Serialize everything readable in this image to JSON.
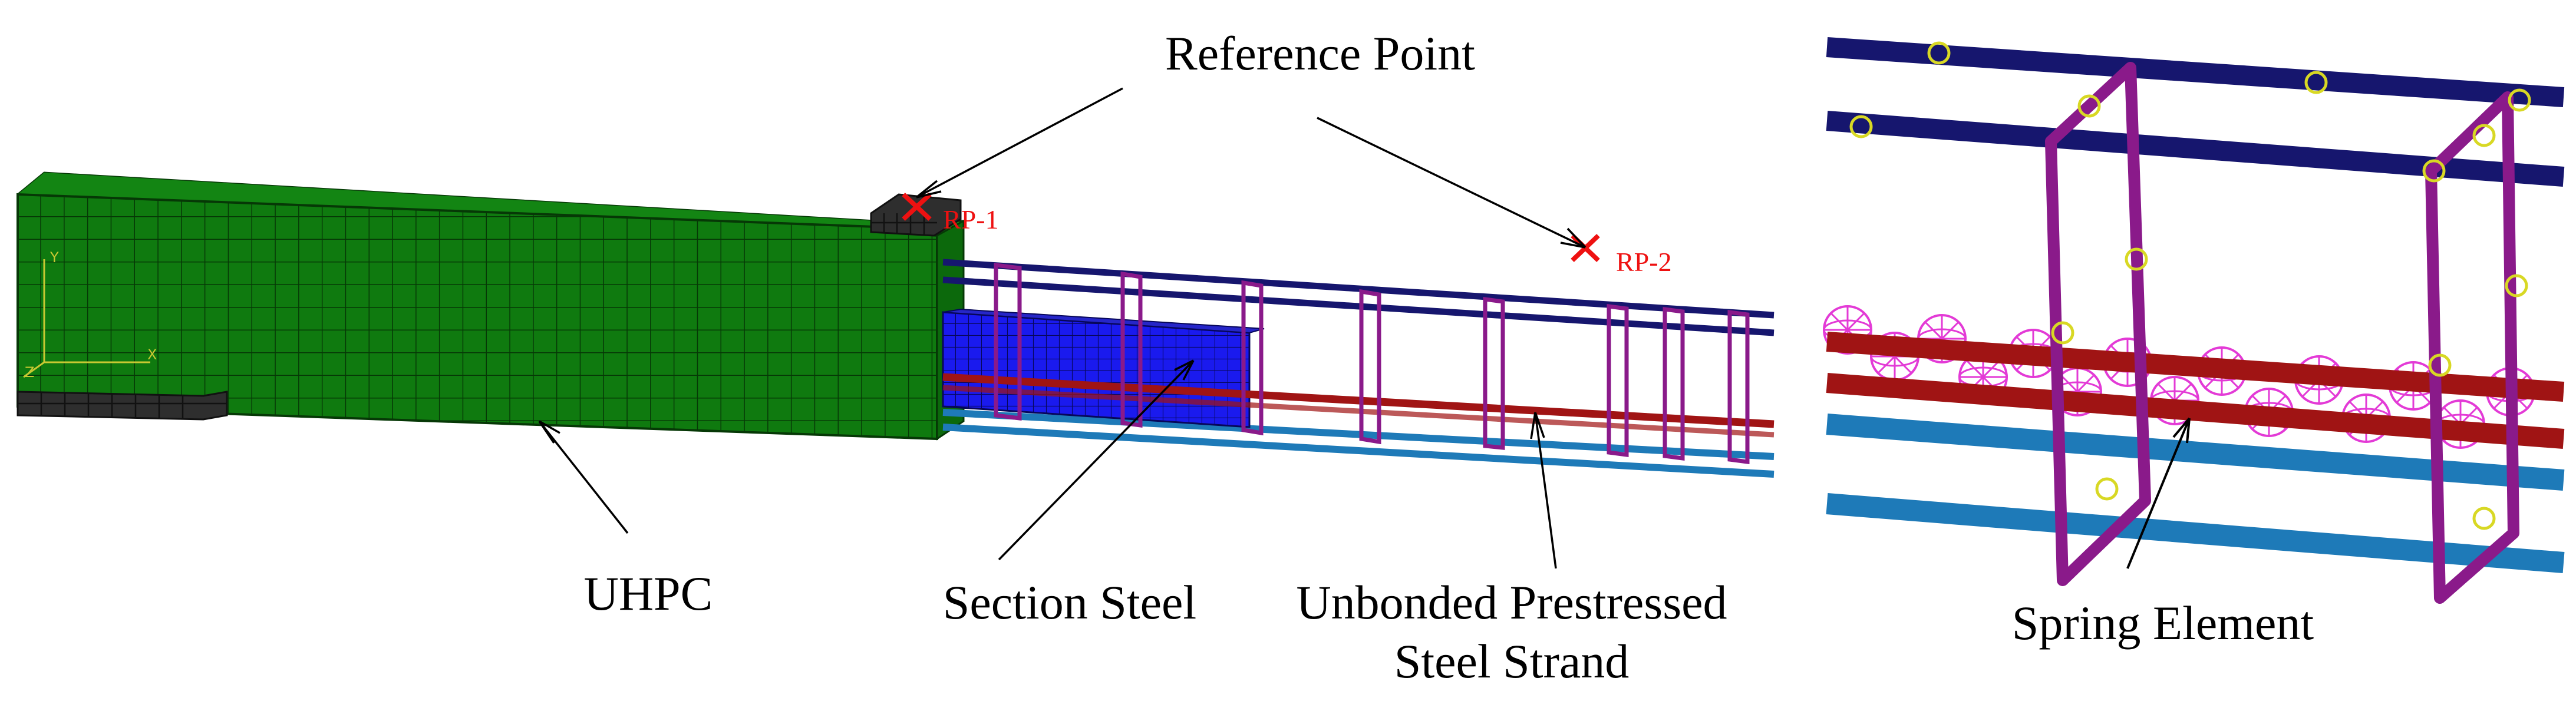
{
  "labels": {
    "reference_point": "Reference Point",
    "rp1": "RP-1",
    "rp2": "RP-2",
    "uhpc": "UHPC",
    "section_steel": "Section Steel",
    "strand_line1": "Unbonded Prestressed",
    "strand_line2": "Steel Strand",
    "spring_element": "Spring Element"
  },
  "axis_triad": {
    "y": "Y",
    "x": "X",
    "z": "Z"
  },
  "colors": {
    "uhpc": "#0f7a0f",
    "uhpc_grid": "#063806",
    "loading_plate": "#2e2e2e",
    "section_steel": "#1a1aee",
    "stirrup": "#8a1a8a",
    "top_rebar": "#16166e",
    "strand": "#a01414",
    "bottom_rebar": "#1e7ab8",
    "reference_point": "#ee1111",
    "spring": "#e33ad6",
    "tie_marker": "#d8d824",
    "axis_triad": "#c8c832"
  }
}
